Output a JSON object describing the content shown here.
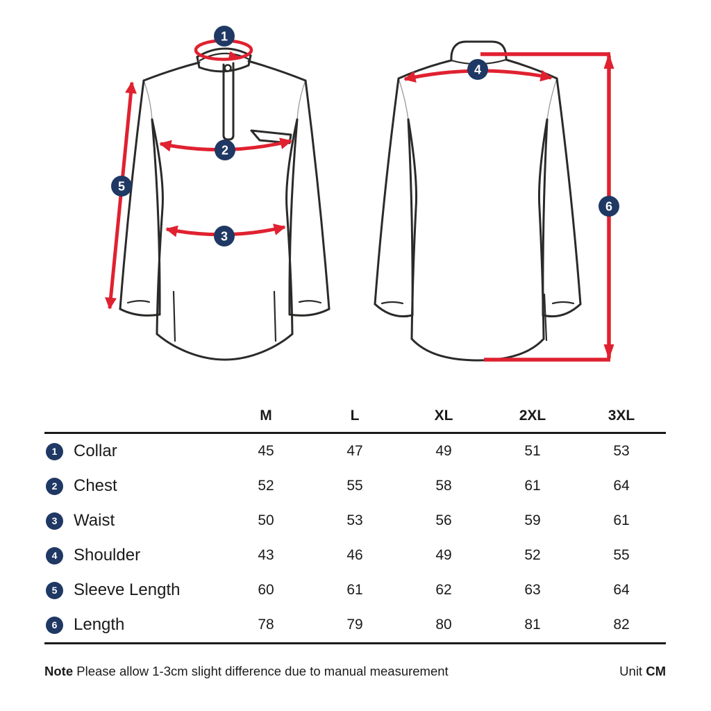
{
  "theme": {
    "navy": "#1f3864",
    "red": "#e02130",
    "ink": "#2b2a29",
    "text": "#1a1a1a"
  },
  "diagram": {
    "markers": [
      {
        "num": "1"
      },
      {
        "num": "2"
      },
      {
        "num": "3"
      },
      {
        "num": "4"
      },
      {
        "num": "5"
      },
      {
        "num": "6"
      }
    ]
  },
  "table": {
    "size_headers": [
      "M",
      "L",
      "XL",
      "2XL",
      "3XL"
    ],
    "rows": [
      {
        "num": "1",
        "label": "Collar",
        "values": [
          "45",
          "47",
          "49",
          "51",
          "53"
        ]
      },
      {
        "num": "2",
        "label": "Chest",
        "values": [
          "52",
          "55",
          "58",
          "61",
          "64"
        ]
      },
      {
        "num": "3",
        "label": "Waist",
        "values": [
          "50",
          "53",
          "56",
          "59",
          "61"
        ]
      },
      {
        "num": "4",
        "label": "Shoulder",
        "values": [
          "43",
          "46",
          "49",
          "52",
          "55"
        ]
      },
      {
        "num": "5",
        "label": "Sleeve Length",
        "values": [
          "60",
          "61",
          "62",
          "63",
          "64"
        ]
      },
      {
        "num": "6",
        "label": "Length",
        "values": [
          "78",
          "79",
          "80",
          "81",
          "82"
        ]
      }
    ]
  },
  "footer": {
    "note_label": "Note",
    "note_text": "Please allow 1-3cm slight difference due to manual measurement",
    "unit_label": "Unit",
    "unit_value": "CM"
  }
}
